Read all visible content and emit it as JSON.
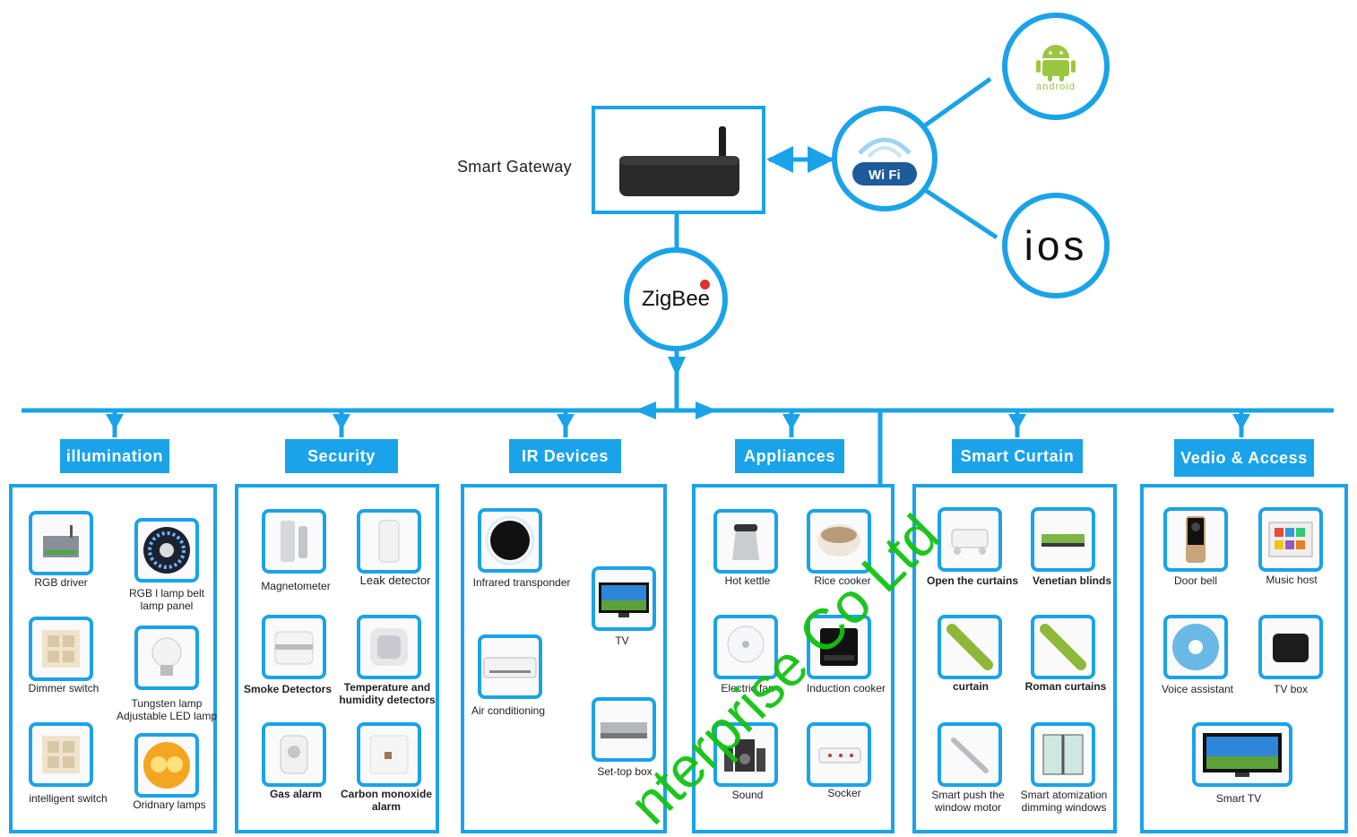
{
  "gateway": {
    "label": "Smart Gateway"
  },
  "protocols": {
    "wifi": "Wi Fi",
    "zigbee": "ZigBee",
    "android": "android",
    "ios": "ios"
  },
  "categories": [
    {
      "name": "illumination",
      "devices": [
        "RGB driver",
        "RGB l lamp belt\nlamp panel",
        "Dimmer switch",
        "Tungsten lamp\nAdjustable LED lamp",
        "intelligent switch",
        "Oridnary lamps"
      ]
    },
    {
      "name": "Security",
      "devices": [
        "Magnetometer",
        "Leak detector",
        "Smoke Detectors",
        "Temperature and\nhumidity detectors",
        "Gas alarm",
        "Carbon  monoxide\nalarm"
      ]
    },
    {
      "name": "IR Devices",
      "devices": [
        "Infrared transponder",
        "TV",
        "Air conditioning",
        "Set-top box"
      ]
    },
    {
      "name": "Appliances",
      "devices": [
        "Hot kettle",
        "Rice cooker",
        "Electric fan",
        "Induction cooker",
        "Sound",
        "Socker"
      ]
    },
    {
      "name": "Smart Curtain",
      "devices": [
        "Open the curtains",
        "Venetian blinds",
        "curtain",
        "Roman curtains",
        "Smart push the\nwindow motor",
        "Smart atomization\ndimming windows"
      ]
    },
    {
      "name": "Vedio & Access",
      "devices": [
        "Door bell",
        "Music host",
        "Voice  assistant",
        "TV box",
        "Smart TV"
      ]
    }
  ],
  "watermark": "nterprise Co Ltd",
  "colors": {
    "accent": "#1aa3e8",
    "watermark": "#12c212"
  }
}
